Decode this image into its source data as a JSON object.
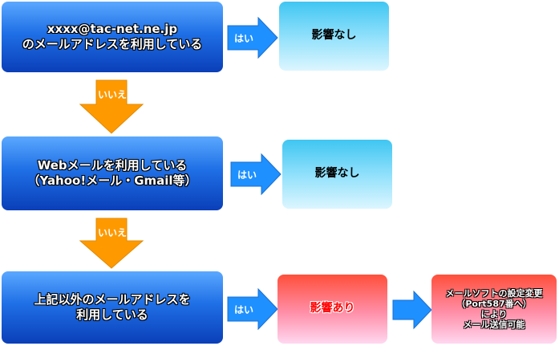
{
  "rows": [
    {
      "question": "xxxx@tac-net.ne.jp\nのメールアドレスを利用している",
      "yes_label": "はい",
      "result": "影響なし",
      "no_label": "いいえ"
    },
    {
      "question": "Webメールを利用している\n（Yahoo!メール・Gmail等）",
      "yes_label": "はい",
      "result": "影響なし",
      "no_label": "いいえ"
    },
    {
      "question": "上記以外のメールアドレスを\n利用している",
      "yes_label": "はい",
      "result": "影響あり",
      "followup": "メールソフトの設定変更\n（Port587番へ）\nにより\nメール送信可能"
    }
  ],
  "colors": {
    "question_blue": "#1f6fe6",
    "arrow_blue": "#1e90ff",
    "arrow_orange": "#ff9900",
    "result_cyan": "#8fe0fb",
    "result_pink": "#ff8fa8",
    "alert_red": "#ff0000"
  }
}
